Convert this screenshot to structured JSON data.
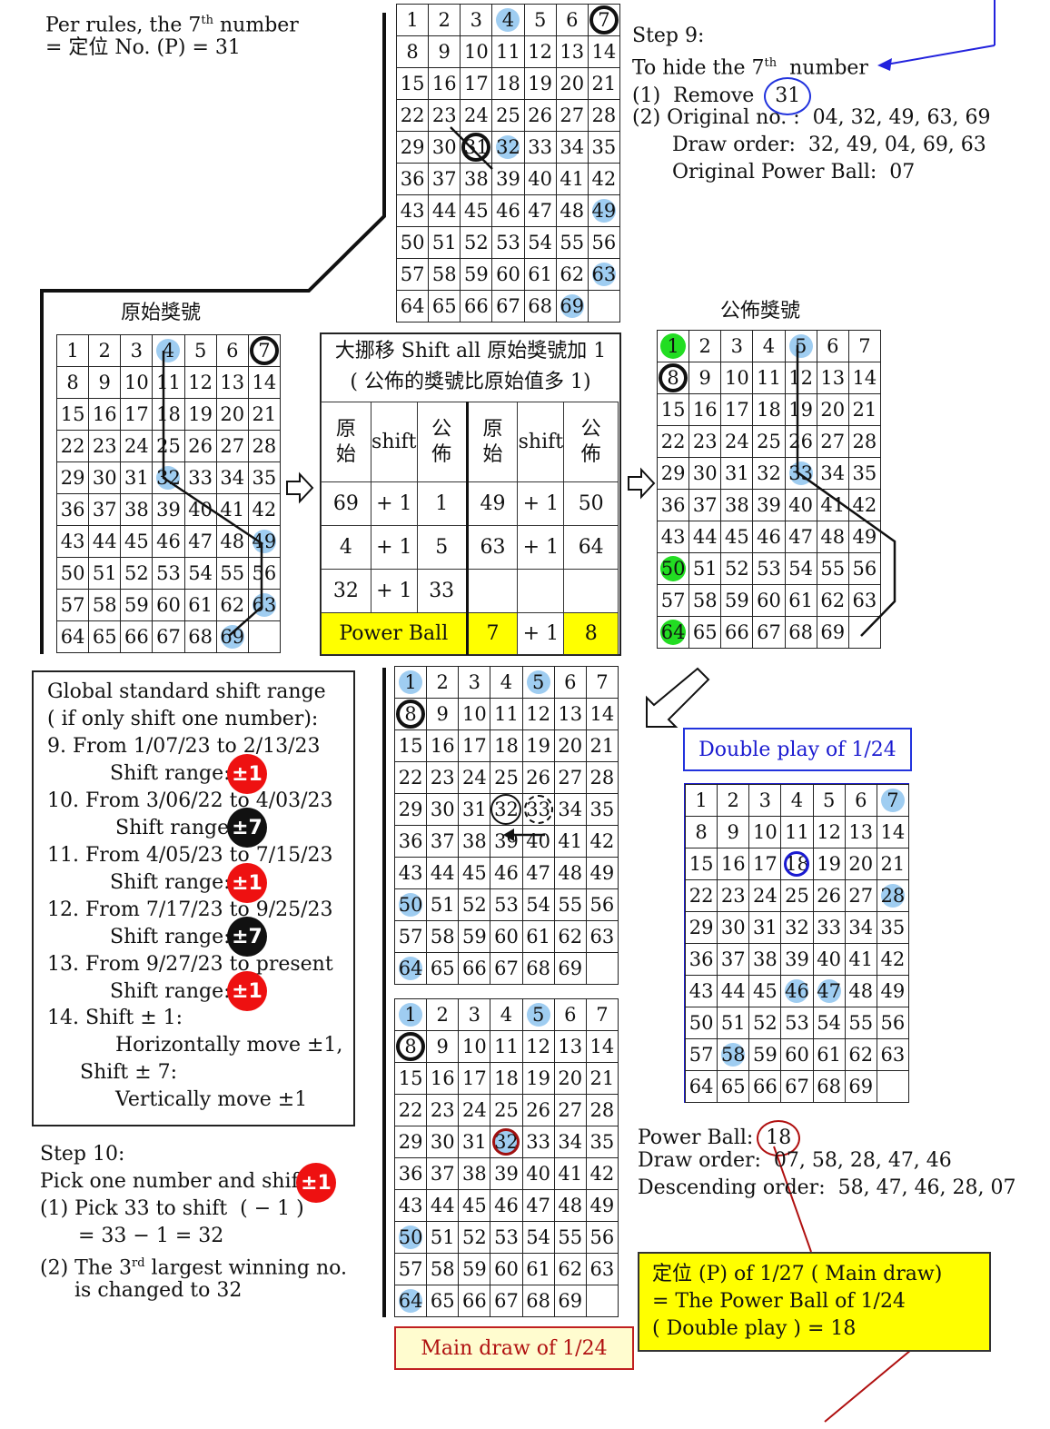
{
  "texts": {
    "rule_line1": "Per rules, the 7",
    "rule_line1_sup": "th",
    "rule_line1_tail": " number",
    "rule_line2": "= 定位 No. (P) = 31",
    "step9_title": "Step 9:",
    "step9_line1": "To hide the 7",
    "step9_line1_sup": "th",
    "step9_line1_tail": "  number",
    "step9_line2a": "(1)  Remove",
    "step9_line2b": "31",
    "step9_line3": "(2) Original no. :  04, 32, 49, 63, 69",
    "step9_line4": "Draw order:  32, 49, 04, 69, 63",
    "step9_line5": "Original Power Ball:  07",
    "left_title": "原始獎號",
    "right_title": "公佈獎號",
    "table_title1": "大挪移 Shift all 原始獎號加 1",
    "table_title2": "( 公佈的獎號比原始值多 1)",
    "global_lines": [
      "Global standard shift range",
      "( if only shift one number):",
      "9. From 1/07/23 to 2/13/23",
      "Shift range:",
      "10. From 3/06/22 to 4/03/23",
      "Shift range:",
      "11. From 4/05/23 to 7/15/23",
      "Shift range:",
      "12. From 7/17/23 to 9/25/23",
      "Shift range:",
      "13. From 9/27/23 to present",
      "Shift range:",
      "14. Shift ± 1:",
      "Horizontally move ±1,",
      "Shift ± 7:",
      "Vertically move ±1"
    ],
    "step10_lines": [
      "Step 10:",
      "Pick one number and shift",
      "(1) Pick 33 to shift  ( − 1 )",
      "= 33 − 1 = 32",
      "(2) The 3",
      "rd",
      " largest winning no.",
      "is changed to 32"
    ],
    "double_play_label": "Double play of 1/24",
    "main_draw_label": "Main draw of 1/24",
    "pb_line_a": "Power Ball:",
    "pb_line_b": "18",
    "draw_order_line": "Draw order:  07, 58, 28, 47, 46",
    "descending_line": "Descending order:  58, 47, 46, 28, 07",
    "yellow_box": [
      "定位 (P) of 1/27 ( Main draw)",
      "= The Power Ball of 1/24",
      "( Double play ) = 18"
    ]
  },
  "badges": {
    "pm1": "±1",
    "pm7": "±7"
  },
  "shift_table": {
    "headers": [
      "原\n始",
      "shift",
      "公\n佈",
      "原\n始",
      "shift",
      "公\n佈"
    ],
    "rows": [
      [
        "69",
        "+ 1",
        "1",
        "49",
        "+ 1",
        "50"
      ],
      [
        "4",
        "+ 1",
        "5",
        "63",
        "+ 1",
        "64"
      ],
      [
        "32",
        "+ 1",
        "33",
        "",
        "",
        ""
      ]
    ],
    "power_ball": [
      "Power Ball",
      "7",
      "+ 1",
      "8"
    ]
  },
  "grids": {
    "top": {
      "highlight": [
        4,
        32,
        49,
        63,
        69
      ],
      "ring": [
        7,
        31
      ]
    },
    "left": {
      "highlight": [
        4,
        32,
        49,
        63,
        69
      ],
      "ring": [
        7
      ]
    },
    "right": {
      "highlight": [
        1,
        5,
        33,
        50,
        64
      ],
      "green": [
        1,
        50,
        64
      ],
      "ring": [
        8
      ]
    },
    "mid1": {
      "highlight": [
        1,
        5,
        50,
        64
      ],
      "ring": [
        8
      ],
      "ringthin": [
        32
      ],
      "ringdot": [
        33
      ]
    },
    "mid2": {
      "highlight": [
        1,
        5,
        32,
        50,
        64
      ],
      "ring": [
        8
      ],
      "ringred": [
        32
      ]
    },
    "dp": {
      "highlight": [
        7,
        28,
        46,
        47,
        58
      ],
      "ringblue": [
        18
      ]
    }
  },
  "colors": {
    "highlight": "#9fcdf1",
    "green": "#22dd22",
    "badge_red": "#ee1111",
    "yellow": "#ffff00",
    "blue": "#1a1ad0",
    "maroon": "#a01010"
  }
}
